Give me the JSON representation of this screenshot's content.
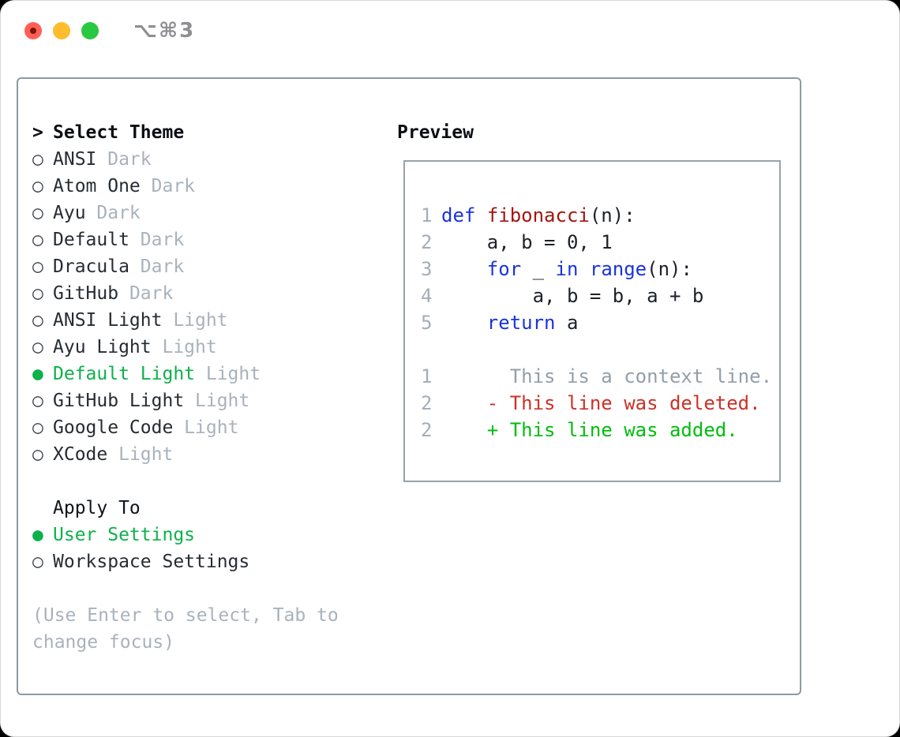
{
  "titlebar": {
    "title": "⌥⌘3"
  },
  "markers": {
    "focused": ">",
    "unselected": "○",
    "selected": "●"
  },
  "theme_panel": {
    "header": "Select Theme",
    "items": [
      {
        "name": "ANSI",
        "tag": "Dark",
        "selected": false
      },
      {
        "name": "Atom One",
        "tag": "Dark",
        "selected": false
      },
      {
        "name": "Ayu",
        "tag": "Dark",
        "selected": false
      },
      {
        "name": "Default",
        "tag": "Dark",
        "selected": false
      },
      {
        "name": "Dracula",
        "tag": "Dark",
        "selected": false
      },
      {
        "name": "GitHub",
        "tag": "Dark",
        "selected": false
      },
      {
        "name": "ANSI Light",
        "tag": "Light",
        "selected": false
      },
      {
        "name": "Ayu Light",
        "tag": "Light",
        "selected": false
      },
      {
        "name": "Default Light",
        "tag": "Light",
        "selected": true
      },
      {
        "name": "GitHub Light",
        "tag": "Light",
        "selected": false
      },
      {
        "name": "Google Code",
        "tag": "Light",
        "selected": false
      },
      {
        "name": "XCode",
        "tag": "Light",
        "selected": false
      }
    ],
    "apply_header": "Apply To",
    "apply_options": [
      {
        "label": "User Settings",
        "selected": true
      },
      {
        "label": "Workspace Settings",
        "selected": false
      }
    ],
    "help_text": "(Use Enter to select, Tab to change focus)"
  },
  "preview": {
    "header": "Preview",
    "colors": {
      "plain": "#1d2127",
      "keyword": "#1b34d9",
      "function": "#a31512",
      "context": "#949ea8",
      "deleted": "#cb3227",
      "added": "#01bd0e"
    },
    "lines": [
      {
        "num": "1",
        "segments": [
          {
            "text": "def",
            "color": "keyword"
          },
          {
            "text": " ",
            "color": "plain"
          },
          {
            "text": "fibonacci",
            "color": "function"
          },
          {
            "text": "(n):",
            "color": "plain"
          }
        ]
      },
      {
        "num": "2",
        "segments": [
          {
            "text": "    a, b = 0, 1",
            "color": "plain"
          }
        ]
      },
      {
        "num": "3",
        "segments": [
          {
            "text": "    ",
            "color": "plain"
          },
          {
            "text": "for",
            "color": "keyword"
          },
          {
            "text": " _ ",
            "color": "plain"
          },
          {
            "text": "in",
            "color": "keyword"
          },
          {
            "text": " ",
            "color": "plain"
          },
          {
            "text": "range",
            "color": "keyword"
          },
          {
            "text": "(n):",
            "color": "plain"
          }
        ]
      },
      {
        "num": "4",
        "segments": [
          {
            "text": "        a, b = b, a + b",
            "color": "plain"
          }
        ]
      },
      {
        "num": "5",
        "segments": [
          {
            "text": "    ",
            "color": "plain"
          },
          {
            "text": "return",
            "color": "keyword"
          },
          {
            "text": " a",
            "color": "plain"
          }
        ]
      },
      {
        "blank": true
      },
      {
        "num": "1",
        "segments": [
          {
            "text": "      This is a context line.",
            "color": "context"
          }
        ]
      },
      {
        "num": "2",
        "segments": [
          {
            "text": "    - This line was deleted.",
            "color": "deleted"
          }
        ]
      },
      {
        "num": "2",
        "segments": [
          {
            "text": "    + This line was added.",
            "color": "added"
          }
        ]
      }
    ]
  }
}
